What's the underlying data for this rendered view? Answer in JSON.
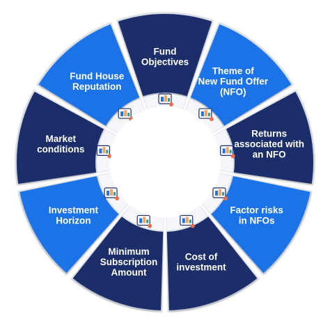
{
  "segments": [
    {
      "id": "fund-objectives",
      "lines": [
        "Fund",
        "Objectives"
      ],
      "color": "#1c2d6b",
      "icon": "checklist-icon"
    },
    {
      "id": "theme-of-nfo",
      "lines": [
        "Theme of",
        "New Fund Offer",
        "(NFO)"
      ],
      "color": "#1a73e8",
      "icon": "rupee-coin-icon"
    },
    {
      "id": "returns",
      "lines": [
        "Returns",
        "associated with",
        "an NFO"
      ],
      "color": "#1c2d6b",
      "icon": "monitor-chart-icon"
    },
    {
      "id": "factor-risks",
      "lines": [
        "Factor risks",
        "in NFOs"
      ],
      "color": "#1a73e8",
      "icon": "risk-sign-icon"
    },
    {
      "id": "cost-of-investment",
      "lines": [
        "Cost of",
        "investment"
      ],
      "color": "#1c2d6b",
      "icon": "document-money-icon"
    },
    {
      "id": "minimum-subscription",
      "lines": [
        "Minimum",
        "Subscription",
        "Amount"
      ],
      "color": "#1c2d6b",
      "icon": "team-target-icon"
    },
    {
      "id": "investment-horizon",
      "lines": [
        "Investment",
        "Horizon"
      ],
      "color": "#1a73e8",
      "icon": "businessman-growth-icon"
    },
    {
      "id": "market-conditions",
      "lines": [
        "Market",
        "conditions"
      ],
      "color": "#1c2d6b",
      "icon": "analyst-chart-icon"
    },
    {
      "id": "fund-house-reputation",
      "lines": [
        "Fund House",
        "Reputation"
      ],
      "color": "#1a73e8",
      "icon": "presentation-icon"
    }
  ]
}
